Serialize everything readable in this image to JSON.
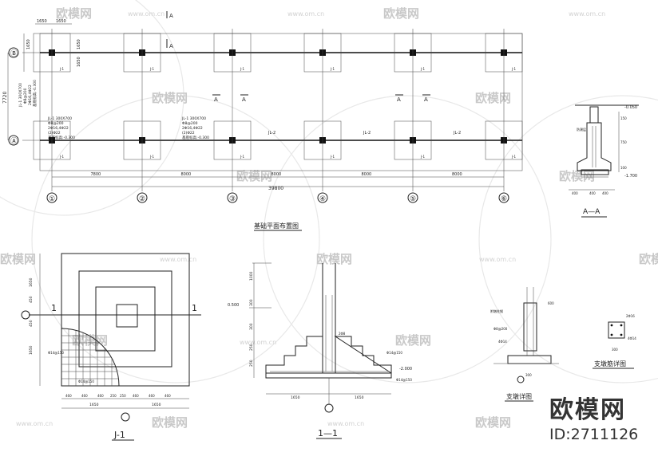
{
  "watermark": {
    "brand": "欧模网",
    "url": "www.om.cn"
  },
  "brand_block": {
    "name": "欧模网",
    "id": "ID:2711126"
  },
  "plan": {
    "title": "基础平面布置图",
    "axes_x": [
      "①",
      "②",
      "③",
      "④",
      "⑤",
      "⑥"
    ],
    "axes_y": [
      "Ⓑ",
      "Ⓐ"
    ],
    "bay_dims": [
      "7800",
      "8000",
      "8000",
      "8000",
      "8000"
    ],
    "total_dim": "39800",
    "depth_dim": "7720",
    "edge_dims": [
      "1650",
      "1650"
    ],
    "vert_dims": [
      "1650",
      "1650"
    ],
    "section_mark": "A",
    "footing_tag": "J-1",
    "beam_tag": "JL-2",
    "beam_note": [
      "JL-1 300X700",
      "Φ8@200",
      "2Φ16,4Φ22",
      "(2)Φ22",
      "基底标高:-0.300"
    ],
    "left_note": [
      "JL-1 300X700",
      "Φ8@200",
      "2Φ16,4Φ22",
      "基底标高:-0.300"
    ]
  },
  "section_aa": {
    "title": "A—A",
    "levels": [
      "-0.050",
      "-1.700"
    ],
    "side_dims": [
      "150",
      "750",
      "100"
    ],
    "bottom_dims": [
      "400",
      "400",
      "400"
    ],
    "note": "防潮层"
  },
  "j1_plan": {
    "title": "J-1",
    "section_mark": "1",
    "rebar_label": "Φ14@150",
    "dims_bottom": [
      "460",
      "460",
      "460",
      "250",
      "250",
      "460",
      "460",
      "460"
    ],
    "half_dims": [
      "1650",
      "1650"
    ],
    "side_dims": [
      "1650",
      "450",
      "450",
      "1650"
    ]
  },
  "j1_section": {
    "title": "1—1",
    "level_top": "0.500",
    "level_bottom": "-2.000",
    "rebar_labels": [
      "Φ14@150",
      "Φ14@150"
    ],
    "col_label": "2Φ8",
    "base_dims": [
      "1650",
      "1650"
    ],
    "side_dims": [
      "1000",
      "300",
      "300",
      "250",
      "250",
      "100"
    ]
  },
  "pier_detail": {
    "title": "支墩详图",
    "labels": [
      "附墩柱钢",
      "Φ8@200",
      "4Φ14"
    ],
    "dims": [
      "300",
      "600"
    ]
  },
  "pier_rebar": {
    "title": "支墩筋详图",
    "labels": [
      "2Φ16",
      "4Φ14"
    ],
    "dim": "300"
  }
}
